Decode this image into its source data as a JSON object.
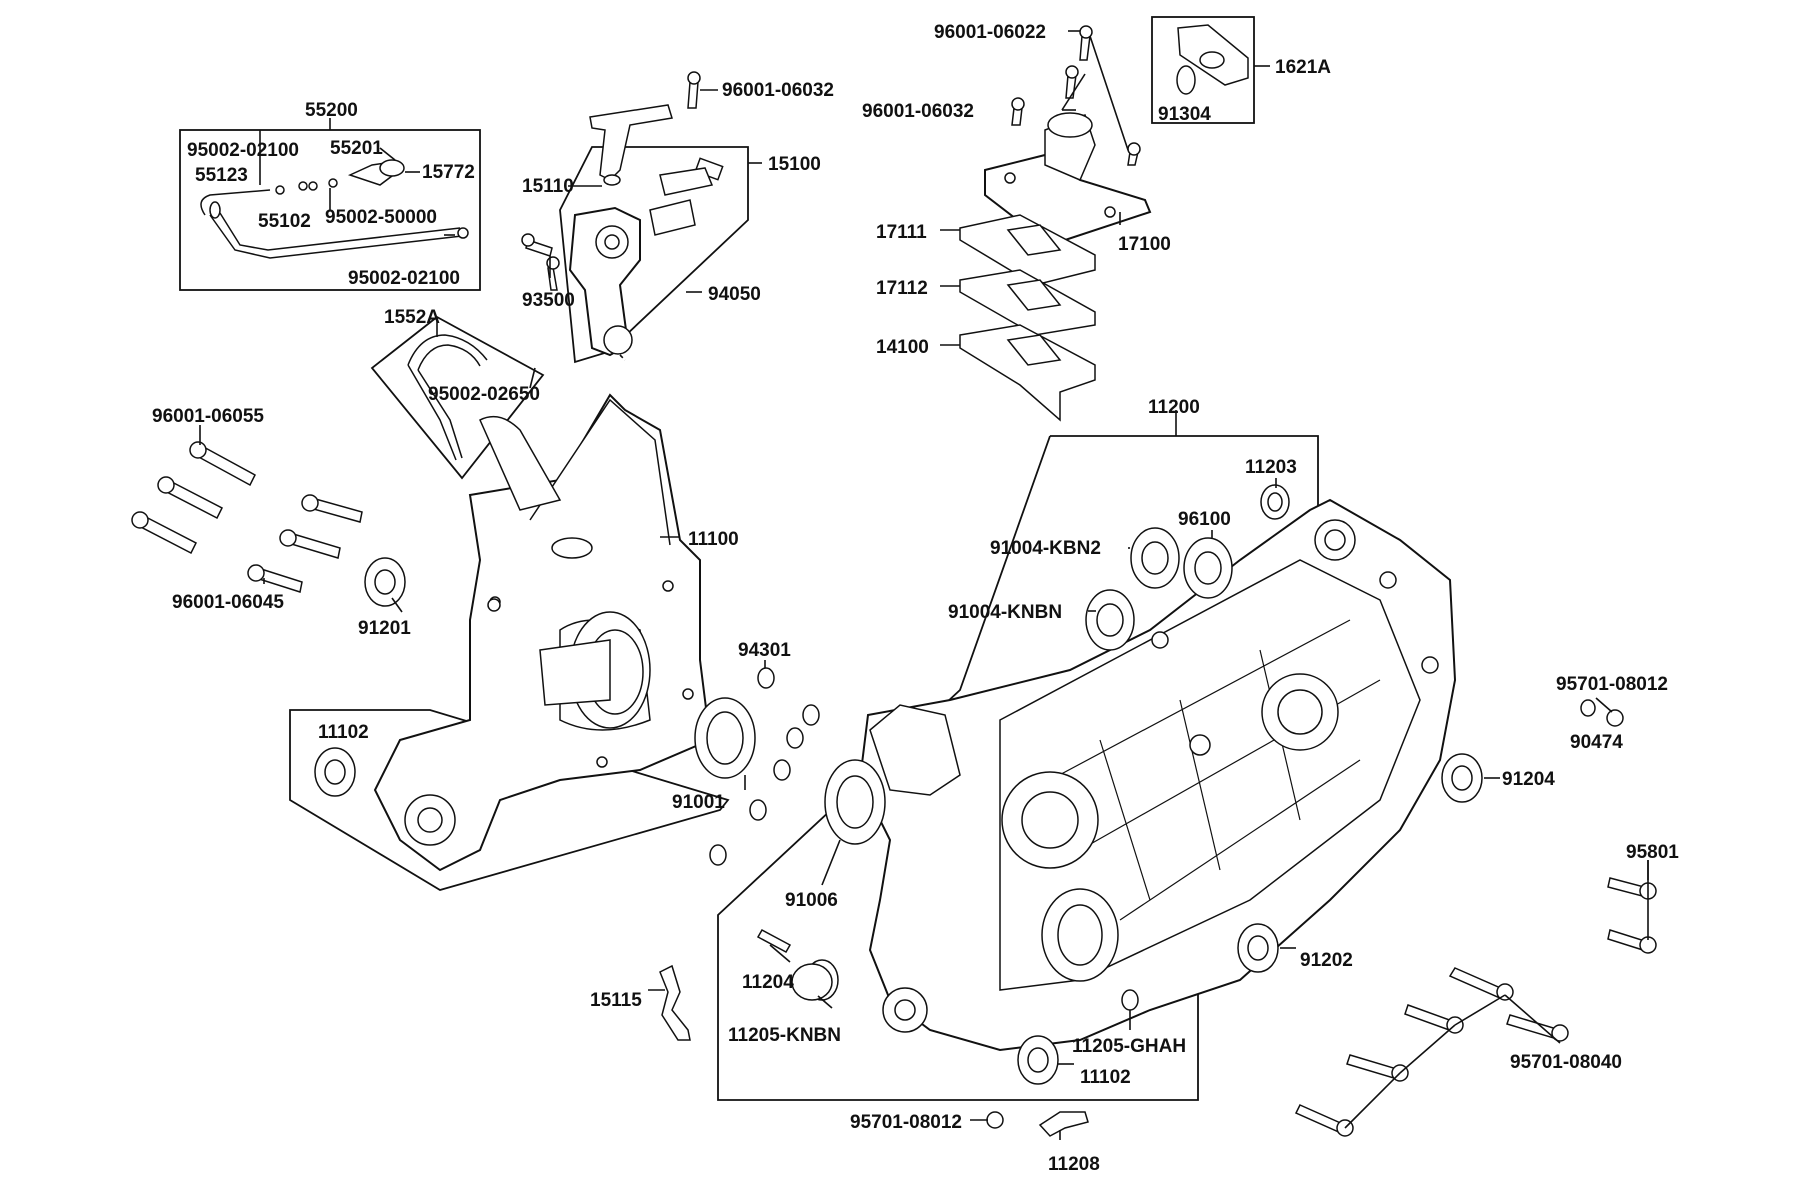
{
  "labels": {
    "p96001_06022": "96001-06022",
    "p96001_06032_a": "96001-06032",
    "p96001_06032_b": "96001-06032",
    "p1621A": "1621A",
    "p91304": "91304",
    "p55200": "55200",
    "p95002_02100_a": "95002-02100",
    "p55201": "55201",
    "p55123": "55123",
    "p15772": "15772",
    "p55102": "55102",
    "p95002_50000": "95002-50000",
    "p95002_02100_b": "95002-02100",
    "p15110": "15110",
    "p15100": "15100",
    "p93500": "93500",
    "p94050": "94050",
    "p17111": "17111",
    "p17100": "17100",
    "p17112": "17112",
    "p14100": "14100",
    "p1552A": "1552A",
    "p95002_02650": "95002-02650",
    "p11200": "11200",
    "p96001_06055": "96001-06055",
    "p11100": "11100",
    "p11203": "11203",
    "p96100": "96100",
    "p91004_KBN2": "91004-KBN2",
    "p91004_KNBN": "91004-KNBN",
    "p96001_06045": "96001-06045",
    "p91201": "91201",
    "p94301": "94301",
    "p95701_08012_a": "95701-08012",
    "p90474": "90474",
    "p11102_a": "11102",
    "p91204": "91204",
    "p91001": "91001",
    "p95801": "95801",
    "p91006": "91006",
    "p91202": "91202",
    "p11204": "11204",
    "p15115": "15115",
    "p11205_KNBN": "11205-KNBN",
    "p11205_GHAH": "11205-GHAH",
    "p95701_08040": "95701-08040",
    "p11102_b": "11102",
    "p95701_08012_b": "95701-08012",
    "p11208": "11208"
  }
}
